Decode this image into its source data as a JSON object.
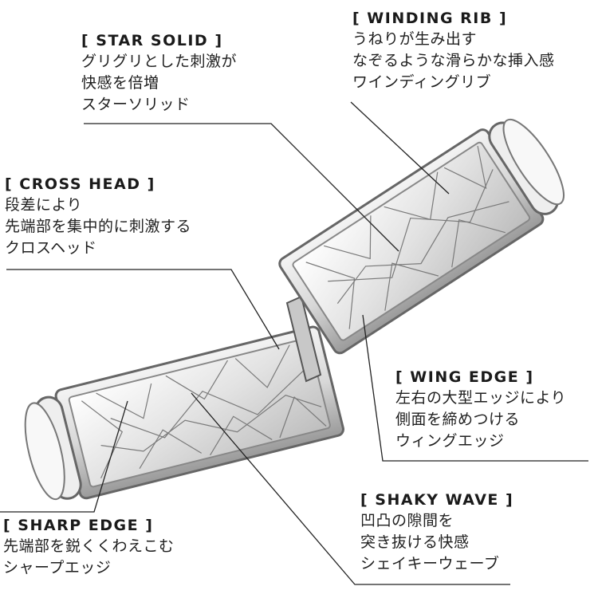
{
  "labels": {
    "star_solid": {
      "title": "[ STAR SOLID ]",
      "lines": [
        "グリグリとした刺激が",
        "快感を倍増",
        "スターソリッド"
      ]
    },
    "winding_rib": {
      "title": "[ WINDING RIB ]",
      "lines": [
        "うねりが生み出す",
        "なぞるような滑らかな挿入感",
        "ワインディングリブ"
      ]
    },
    "cross_head": {
      "title": "[ CROSS HEAD ]",
      "lines": [
        "段差により",
        "先端部を集中的に刺激する",
        "クロスヘッド"
      ]
    },
    "wing_edge": {
      "title": "[ WING EDGE ]",
      "lines": [
        "左右の大型エッジにより",
        "側面を締めつける",
        "ウィングエッジ"
      ]
    },
    "shaky_wave": {
      "title": "[ SHAKY WAVE ]",
      "lines": [
        "凹凸の隙間を",
        "突き抜ける快感",
        "シェイキーウェーブ"
      ]
    },
    "sharp_edge": {
      "title": "[ SHARP EDGE ]",
      "lines": [
        "先端部を鋭くくわえこむ",
        "シャープエッジ"
      ]
    }
  }
}
